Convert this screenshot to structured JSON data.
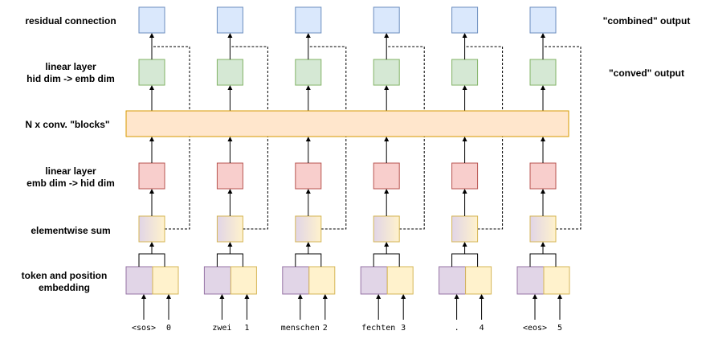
{
  "row_labels": {
    "residual": "residual connection",
    "linear_out_line1": "linear layer",
    "linear_out_line2": "hid dim -> emb dim",
    "conv_blocks": "N x conv. \"blocks\"",
    "linear_in_line1": "linear layer",
    "linear_in_line2": "emb dim -> hid dim",
    "elementwise_sum": "elementwise sum",
    "embedding_line1": "token and position",
    "embedding_line2": "embedding"
  },
  "outputs": {
    "combined": "\"combined\" output",
    "conved": "\"conved\" output"
  },
  "tokens": [
    {
      "token": "<sos>",
      "position": "0"
    },
    {
      "token": "zwei",
      "position": "1"
    },
    {
      "token": "menschen",
      "position": "2"
    },
    {
      "token": "fechten",
      "position": "3"
    },
    {
      "token": ".",
      "position": "4"
    },
    {
      "token": "<eos>",
      "position": "5"
    }
  ],
  "colors": {
    "residual_fill": "#dae8fc",
    "residual_stroke": "#6c8ebf",
    "linear_out_fill": "#d5e8d4",
    "linear_out_stroke": "#82b366",
    "conv_fill": "#ffe6cc",
    "conv_stroke": "#d79b00",
    "linear_in_fill": "#f8cecc",
    "linear_in_stroke": "#b85450",
    "token_emb_fill": "#e1d5e7",
    "token_emb_stroke": "#9673a6",
    "pos_emb_fill": "#fff2cc",
    "pos_emb_stroke": "#d6b656"
  }
}
